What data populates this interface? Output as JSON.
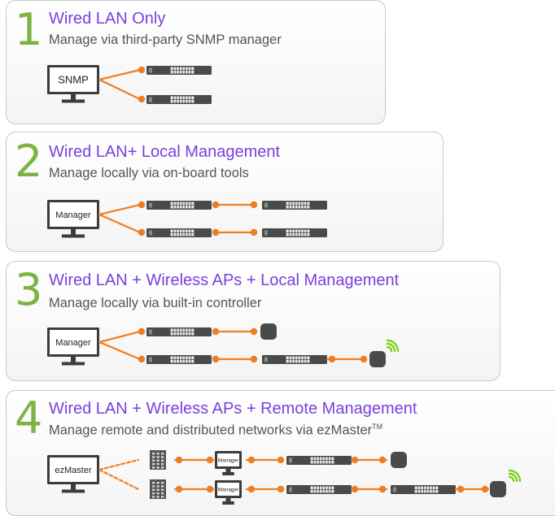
{
  "tiers": [
    {
      "number": "1",
      "title": "Wired LAN Only",
      "subtitle": "Manage via third-party SNMP manager",
      "manager_label": "SNMP"
    },
    {
      "number": "2",
      "title": "Wired LAN+ Local Management",
      "subtitle": "Manage locally via on-board tools",
      "manager_label": "Manager"
    },
    {
      "number": "3",
      "title": "Wired LAN + Wireless APs + Local Management",
      "subtitle": "Manage locally via built-in controller",
      "manager_label": "Manager"
    },
    {
      "number": "4",
      "title": "Wired LAN + Wireless APs + Remote Management",
      "subtitle": "Manage remote and distributed networks via ezMaster",
      "subtitle_sup": "TM",
      "manager_label": "ezMaster",
      "site_manager_label": "Manager"
    }
  ],
  "colors": {
    "number": "#7cb342",
    "title": "#7a3fe0",
    "link": "#f07d1f",
    "device": "#555555",
    "wifi": "#7cd321"
  },
  "icons": [
    "monitor-icon",
    "switch-icon",
    "access-point-icon",
    "wifi-signal-icon",
    "building-icon"
  ]
}
